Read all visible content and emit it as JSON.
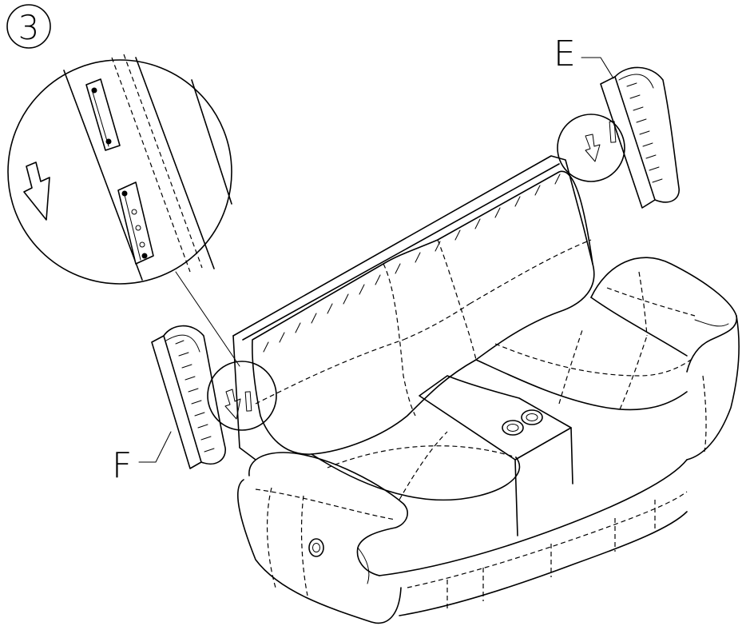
{
  "diagram": {
    "step_number": "3",
    "labels": {
      "part_e": "E",
      "part_f": "F"
    }
  }
}
